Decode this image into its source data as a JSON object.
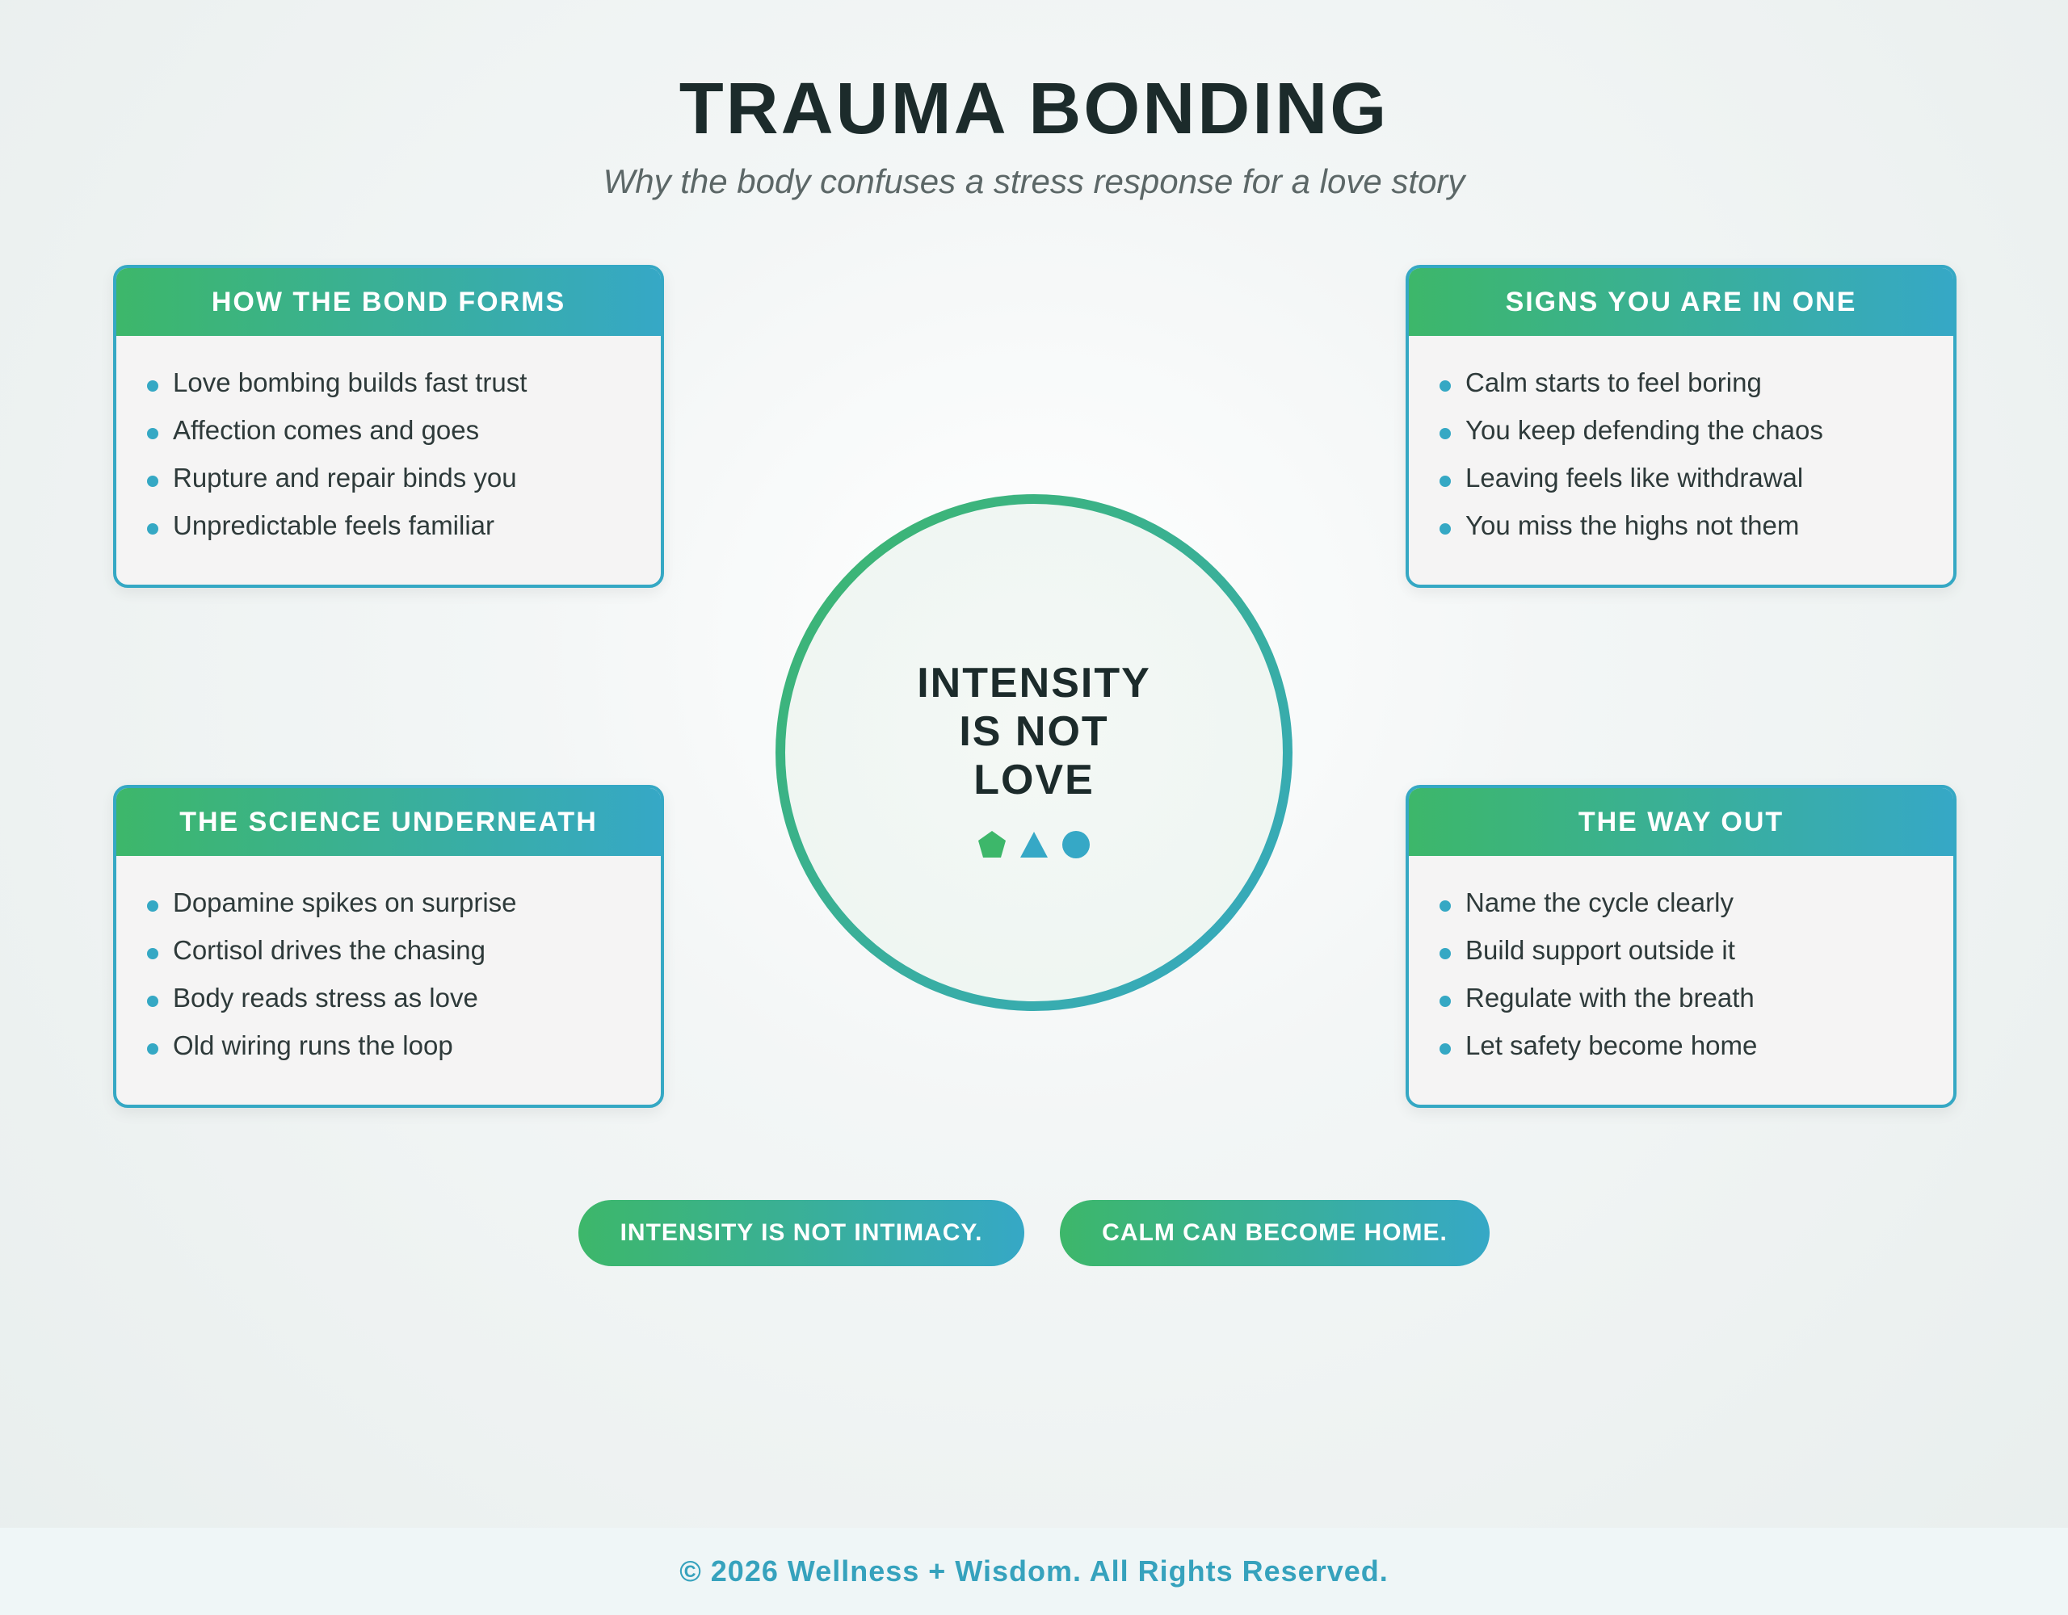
{
  "header": {
    "title": "TRAUMA BONDING",
    "subtitle": "Why the body confuses a stress response for a love story"
  },
  "cards": {
    "top_left": {
      "title": "HOW THE BOND FORMS",
      "items": [
        "Love bombing builds fast trust",
        "Affection comes and goes",
        "Rupture and repair binds you",
        "Unpredictable feels familiar"
      ]
    },
    "top_right": {
      "title": "SIGNS YOU ARE IN ONE",
      "items": [
        "Calm starts to feel boring",
        "You keep defending the chaos",
        "Leaving feels like withdrawal",
        "You miss the highs not them"
      ]
    },
    "bottom_left": {
      "title": "THE SCIENCE UNDERNEATH",
      "items": [
        "Dopamine spikes on surprise",
        "Cortisol drives the chasing",
        "Body reads stress as love",
        "Old wiring runs the loop"
      ]
    },
    "bottom_right": {
      "title": "THE WAY OUT",
      "items": [
        "Name the cycle clearly",
        "Build support outside it",
        "Regulate with the breath",
        "Let safety become home"
      ]
    }
  },
  "center": {
    "lines": [
      "INTENSITY",
      "IS NOT",
      "LOVE"
    ],
    "icons": [
      "pentagon-icon",
      "triangle-icon",
      "circle-icon"
    ]
  },
  "pills": {
    "first": "INTENSITY IS NOT INTIMACY.",
    "second": "CALM CAN BECOME HOME."
  },
  "footer": {
    "text": "© 2026 Wellness + Wisdom. All Rights Reserved."
  },
  "colors": {
    "green": "#3db76a",
    "teal": "#36a8c6",
    "dark_text": "#1c2b2b",
    "footer_text": "#36a2bd"
  }
}
